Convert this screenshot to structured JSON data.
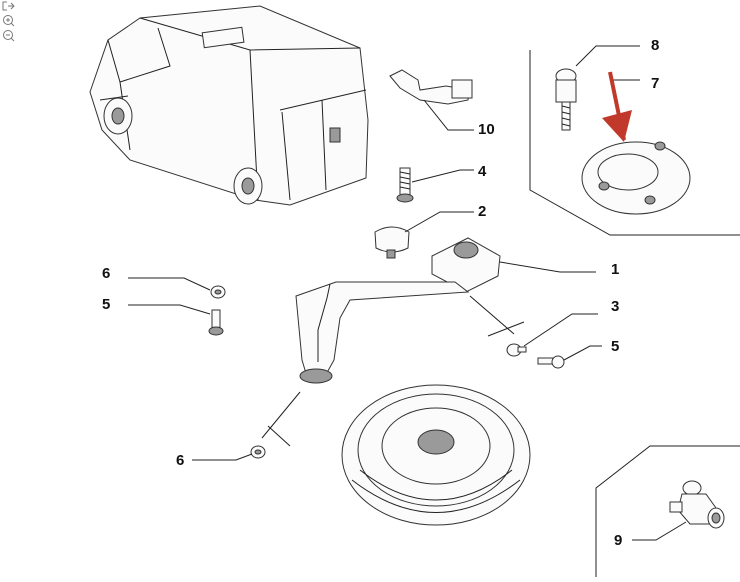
{
  "toolbar": {
    "tools": [
      {
        "name": "fit-icon"
      },
      {
        "name": "zoom-in-icon"
      },
      {
        "name": "zoom-out-icon"
      }
    ]
  },
  "callouts": [
    {
      "id": "c8",
      "label": "8"
    },
    {
      "id": "c7",
      "label": "7"
    },
    {
      "id": "c10",
      "label": "10"
    },
    {
      "id": "c4",
      "label": "4"
    },
    {
      "id": "c2",
      "label": "2"
    },
    {
      "id": "c1",
      "label": "1"
    },
    {
      "id": "c6a",
      "label": "6"
    },
    {
      "id": "c5a",
      "label": "5"
    },
    {
      "id": "c3",
      "label": "3"
    },
    {
      "id": "c5b",
      "label": "5"
    },
    {
      "id": "c6b",
      "label": "6"
    },
    {
      "id": "c9",
      "label": "9"
    }
  ],
  "colors": {
    "arrow": "#c0392b",
    "line": "#222222"
  }
}
